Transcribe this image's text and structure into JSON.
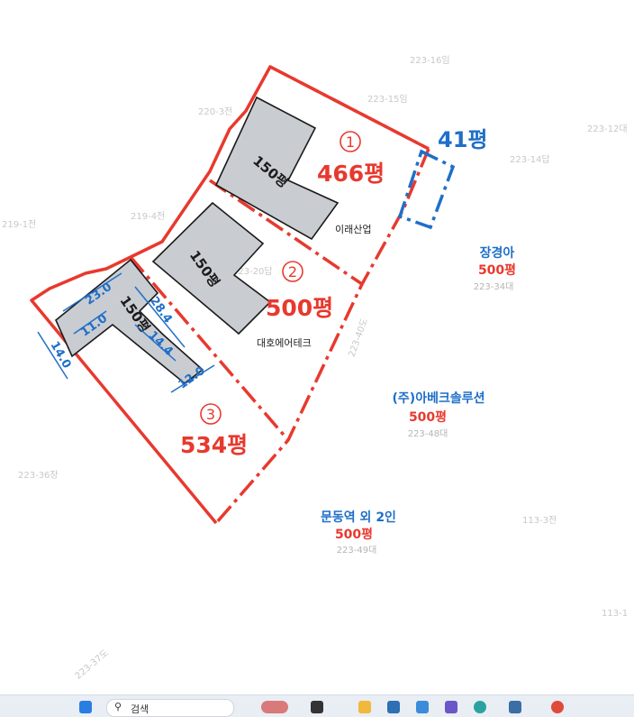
{
  "background_lots": [
    "223-16임",
    "223-15임",
    "220-3전",
    "223-12대",
    "223-14답",
    "219-4전",
    "219-1전",
    "223-20답",
    "223-40도",
    "223-36장",
    "113-3전",
    "113-1",
    "223-37도"
  ],
  "parcels": [
    {
      "number": "1",
      "area": "466평",
      "building_area": "150평",
      "company": "이래산업"
    },
    {
      "number": "2",
      "area": "500평",
      "building_area": "150평",
      "company": "대호에어테크"
    },
    {
      "number": "3",
      "area": "534평",
      "building_area": "150평"
    }
  ],
  "dimensions": [
    "23.0",
    "28.4",
    "11.0",
    "14.4",
    "14.0",
    "12.0"
  ],
  "blue_parcel": {
    "area": "41평"
  },
  "neighbors": [
    {
      "name": "장경아",
      "area": "500평",
      "lot": "223-34대"
    },
    {
      "name": "(주)아베크솔루션",
      "area": "500평",
      "lot": "223-48대"
    },
    {
      "name": "문동역 외 2인",
      "area": "500평",
      "lot": "223-49대"
    }
  ],
  "taskbar": {
    "search_label": "검색"
  },
  "colors": {
    "boundary": "#e8392e",
    "blue": "#1f6fc8",
    "building": "#c9ccd1"
  }
}
